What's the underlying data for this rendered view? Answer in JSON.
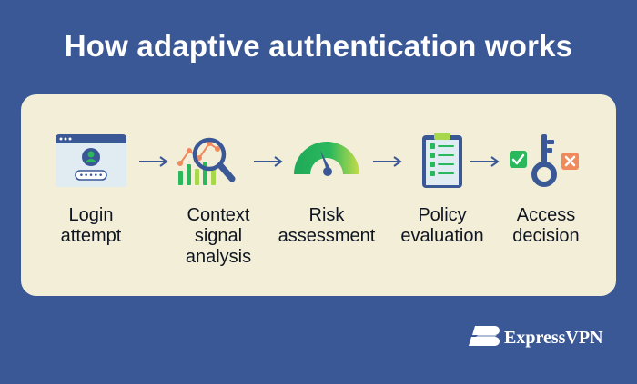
{
  "title": "How adaptive authentication works",
  "steps": [
    {
      "line1": "Login",
      "line2": "attempt",
      "line3": "",
      "icon": "login-window-icon"
    },
    {
      "line1": "Context",
      "line2": "signal",
      "line3": "analysis",
      "icon": "magnifier-chart-icon"
    },
    {
      "line1": "Risk",
      "line2": "assessment",
      "line3": "",
      "icon": "gauge-icon"
    },
    {
      "line1": "Policy",
      "line2": "evaluation",
      "line3": "",
      "icon": "checklist-clipboard-icon"
    },
    {
      "line1": "Access",
      "line2": "decision",
      "line3": "",
      "icon": "key-check-cross-icon"
    }
  ],
  "login_password_mask": "•••••",
  "brand": {
    "name": "ExpressVPN",
    "icon": "expressvpn-logo-icon"
  },
  "colors": {
    "background": "#3b5896",
    "panel": "#f2eed7",
    "arrow": "#3b5896",
    "green": "#2bb85c",
    "light_green": "#a8d64c",
    "orange": "#f08a5d",
    "navy": "#3b5896"
  }
}
